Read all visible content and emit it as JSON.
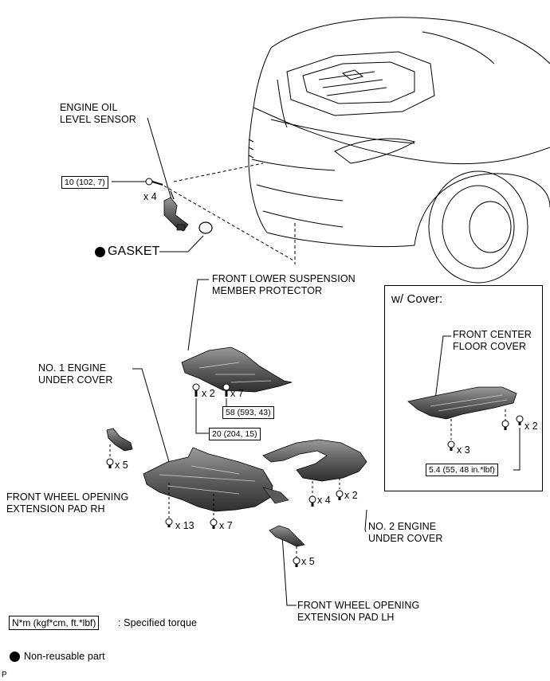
{
  "labels": {
    "engine_oil_level_sensor": [
      "ENGINE OIL",
      "LEVEL SENSOR"
    ],
    "gasket": "GASKET",
    "front_lower_suspension_member_protector": [
      "FRONT LOWER SUSPENSION",
      "MEMBER PROTECTOR"
    ],
    "no1_engine_under_cover": [
      "NO. 1 ENGINE",
      "UNDER COVER"
    ],
    "front_wheel_opening_extension_pad_rh": [
      "FRONT WHEEL OPENING",
      "EXTENSION PAD RH"
    ],
    "no2_engine_under_cover": [
      "NO. 2 ENGINE",
      "UNDER COVER"
    ],
    "front_wheel_opening_extension_pad_lh": [
      "FRONT WHEEL OPENING",
      "EXTENSION PAD LH"
    ],
    "front_center_floor_cover": [
      "FRONT CENTER",
      "FLOOR COVER"
    ],
    "cover_title": "w/ Cover:"
  },
  "torques": {
    "sensor_bolt": "10 (102, 7)",
    "protector_bolt_a": "58 (593, 43)",
    "protector_bolt_b": "20 (204, 15)",
    "floor_cover_bolt": "5.4 (55, 48 in.*lbf)"
  },
  "quantities": {
    "sensor_bolts": "x 4",
    "protector_bolts_a": "x 2",
    "protector_bolts_b": "x 7",
    "pad_rh_screws": "x 5",
    "no1_cover_clips": "x 13",
    "no1_cover_bolts": "x 7",
    "no2_cover_bolts_a": "x 4",
    "no2_cover_bolts_b": "x 2",
    "pad_lh_screws": "x 5",
    "floor_cover_clips": "x 3",
    "floor_cover_bolts": "x 2"
  },
  "legend": {
    "torque_unit": "N*m (kgf*cm, ft.*lbf)",
    "torque_desc": ": Specified torque",
    "non_reusable": "Non-reusable part"
  },
  "corner_mark": "P",
  "colors": {
    "ink": "#000000",
    "part_fill": "#6f6f6f",
    "part_dark": "#3a3a3a",
    "paper": "#ffffff"
  }
}
